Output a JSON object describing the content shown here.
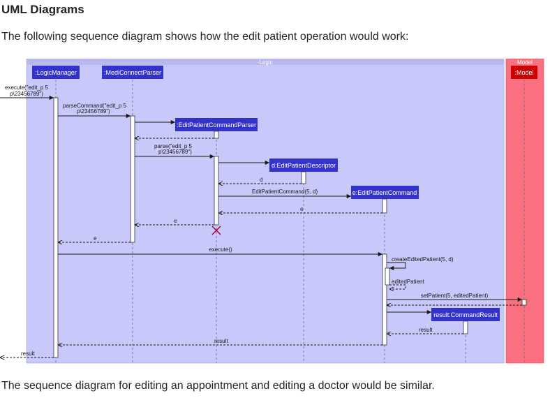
{
  "heading": "UML Diagrams",
  "intro": "The following sequence diagram shows how the edit patient operation would work:",
  "outro": "The sequence diagram for editing an appointment and editing a doctor would be similar.",
  "diagram": {
    "logic_frame_title": "Logic",
    "model_frame_title": "Model",
    "participants": {
      "logic_manager": ":LogicManager",
      "parser": ":MediConnectParser",
      "command_parser": ":EditPatientCommandParser",
      "descriptor": "d:EditPatientDescriptor",
      "command": "e:EditPatientCommand",
      "model": ":Model",
      "result": "result:CommandResult"
    },
    "messages": {
      "m1_line1": "execute(\"edit_p 5",
      "m1_line2": "p\\23456789\")",
      "m2_line1": "parseCommand(\"edit_p 5",
      "m2_line2": "p\\23456789\")",
      "m3_line1": "parse(\"edit_p 5",
      "m3_line2": "p\\23456789\")",
      "r_d": "d",
      "m4": "EditPatientCommand(5, d)",
      "r_e1": "e",
      "r_e2": "e",
      "r_e3": "e",
      "m5": "execute()",
      "m6": "createEditedPatient(5, d)",
      "r_edited": "editedPatient",
      "m7": "setPatient(5, editedPatient)",
      "r_result1": "result",
      "r_result2": "result",
      "r_result3": "result"
    },
    "colors": {
      "logic_bg": "#c8c8fa",
      "model_bg": "#fa7080",
      "participant": "#3333cc",
      "model_participant": "#cc0000",
      "destroy": "#a80036"
    }
  }
}
